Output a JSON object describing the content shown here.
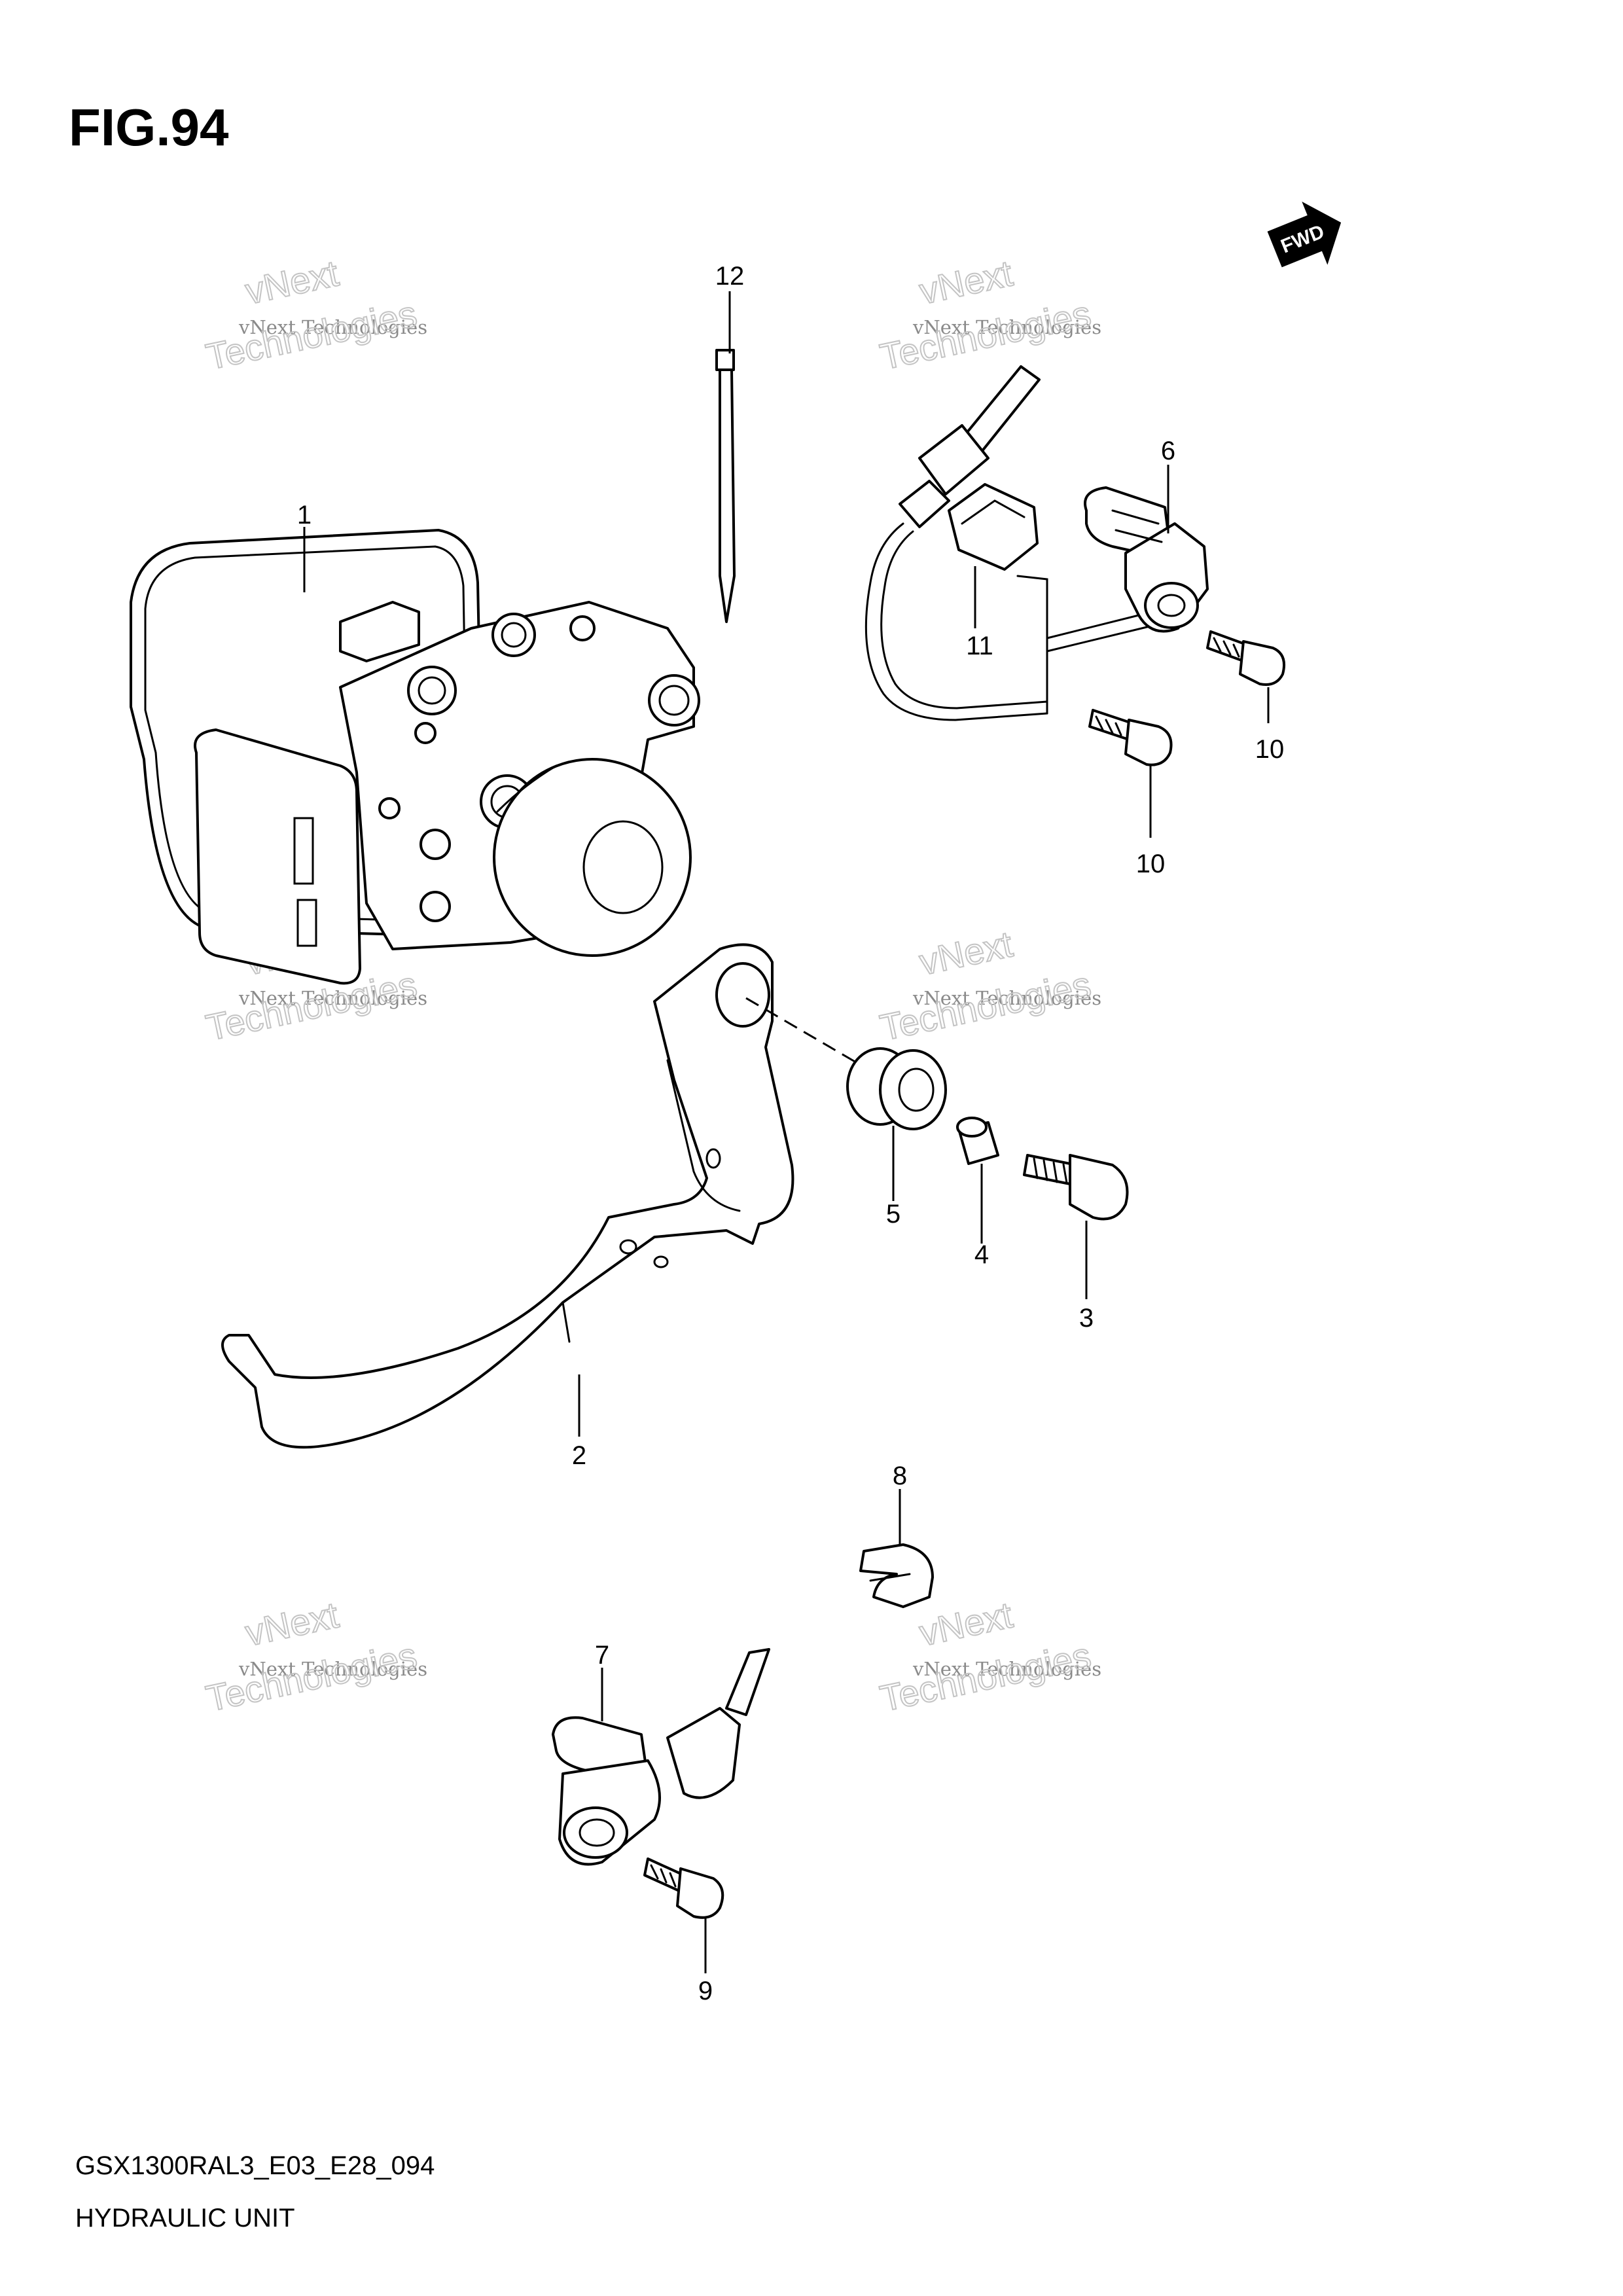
{
  "figure": {
    "title": "FIG.94",
    "code": "GSX1300RAL3_E03_E28_094",
    "name": "HYDRAULIC UNIT"
  },
  "fwd_label": "FWD",
  "watermark": {
    "line1": "vNext Technologies",
    "line2": "vNext",
    "line3": "Technologies"
  },
  "callouts": {
    "p1": "1",
    "p2": "2",
    "p3": "3",
    "p4": "4",
    "p5": "5",
    "p6": "6",
    "p7": "7",
    "p8": "8",
    "p9": "9",
    "p10a": "10",
    "p10b": "10",
    "p11": "11",
    "p12": "12"
  }
}
